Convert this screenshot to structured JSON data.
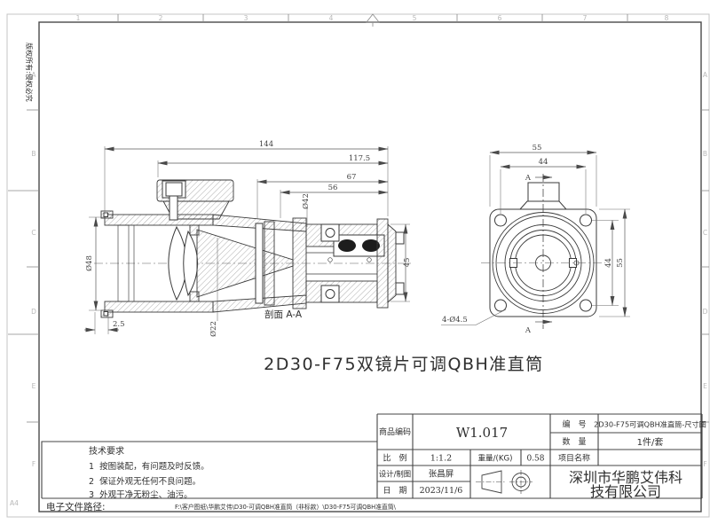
{
  "page": {
    "sheet_size": "A4",
    "copyright_vertical": "版权所有:侵权必究"
  },
  "frame": {
    "zone_numbers_top": [
      "1",
      "2",
      "3",
      "4",
      "5",
      "6",
      "7",
      "8"
    ],
    "zone_letters": [
      "A",
      "B",
      "C",
      "D",
      "E",
      "F"
    ]
  },
  "drawing": {
    "main_title": "2D30-F75双镜片可调QBH准直筒",
    "section_view": {
      "label": "剖面 A-A",
      "dim_overall": "144",
      "dim_117_5": "117.5",
      "dim_67": "67",
      "dim_56": "56",
      "dia_42": "Ø42",
      "dia_48": "Ø48",
      "dim_2_5": "2.5",
      "dia_22": "Ø22",
      "dim_45": "45"
    },
    "front_view": {
      "dim_top_55": "55",
      "dim_top_44": "44",
      "dim_right_44": "44",
      "dim_right_55": "55",
      "holes_callout": "4-Ø4.5",
      "section_marker": "A"
    }
  },
  "tech_requirements": {
    "title": "技术要求",
    "items": [
      "1  按图装配，有问题及时反馈。",
      "2  保证外观无任何不良问题。",
      "3  外观干净无粉尘、油污。"
    ]
  },
  "title_block": {
    "product_code_label": "商品编码",
    "product_code": "W1.017",
    "no_label": "编　号",
    "no_value": "2D30-F75可调QBH准直筒-尺寸图",
    "qty_label": "数　量",
    "qty_value": "1件/套",
    "scale_label": "比　例",
    "scale_value": "1:1.2",
    "weight_label": "重量/(KG)",
    "weight_value": "0.58",
    "project_label": "项目名称",
    "project_value": "",
    "designer_label": "设计/制图",
    "designer_value": "张昌屏",
    "date_label": "日　期",
    "date_value": "2023/11/6",
    "company_line1": "深圳市华鹏艾伟科",
    "company_line2": "技有限公司"
  },
  "footer": {
    "path_label": "电子文件路径:",
    "path_value": "F:\\客户图纸\\华鹏艾伟\\D30-可调QBH准直筒（非标款）\\D30-F75可调QBH准直筒\\"
  }
}
